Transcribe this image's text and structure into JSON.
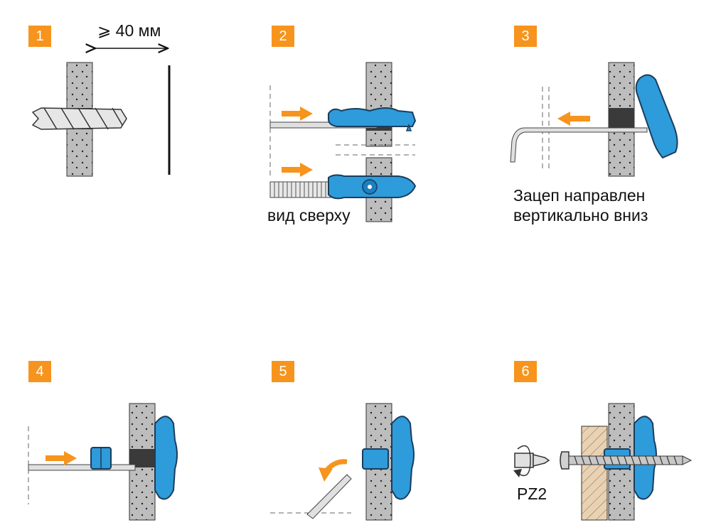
{
  "colors": {
    "accent_orange": "#F7941D",
    "plug_blue": "#2E9BDB",
    "wall_grey": "#BDBDBD",
    "drilled_dark": "#3A3A3A",
    "wood": "#E8D2B3"
  },
  "steps": [
    {
      "number": "1",
      "label": "⩾ 40 мм"
    },
    {
      "number": "2",
      "label": "вид сверху"
    },
    {
      "number": "3",
      "label_line1": "Зацеп направлен",
      "label_line2": "вертикально вниз"
    },
    {
      "number": "4"
    },
    {
      "number": "5"
    },
    {
      "number": "6",
      "label": "PZ2"
    }
  ],
  "icons": [
    "drill-bit-icon",
    "arrow-right-icon",
    "arrow-left-icon",
    "arrow-curve-icon",
    "screwdriver-icon",
    "rotate-icon",
    "screw-icon"
  ]
}
